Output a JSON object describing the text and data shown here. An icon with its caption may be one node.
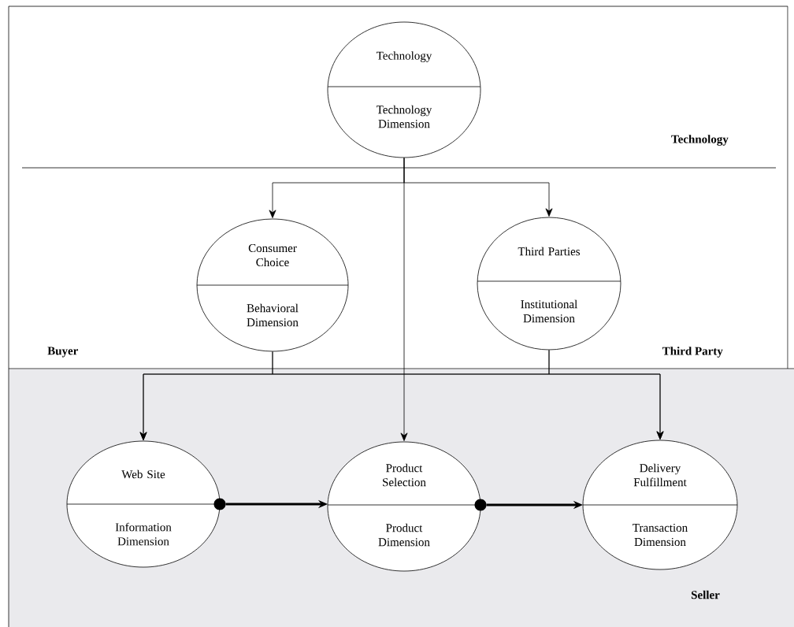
{
  "diagram": {
    "nodes": [
      {
        "text": [
          "Technology",
          "Technology Dimension"
        ]
      },
      {
        "text": [
          "Consumer Choice",
          "Behavioral Dimension"
        ]
      },
      {
        "text": [
          "Third Parties",
          "Institutional Dimension"
        ]
      },
      {
        "text": [
          "Web Site",
          "Information Dimension"
        ]
      },
      {
        "text": [
          "Product Selection",
          "Product Dimension"
        ]
      },
      {
        "text": [
          "Delivery Fulfillment",
          "Transaction Dimension"
        ]
      }
    ],
    "edges": [
      {
        "from": 0,
        "to": 1,
        "arrow": "to"
      },
      {
        "from": 0,
        "to": 2,
        "arrow": "to"
      },
      {
        "from": 0,
        "to": 4,
        "arrow": "to"
      },
      {
        "from": 1,
        "to": 3,
        "arrow": "to"
      },
      {
        "from": 1,
        "to": 5,
        "arrow": "to"
      },
      {
        "from": 2,
        "to": 3,
        "arrow": "to"
      },
      {
        "from": 2,
        "to": 5,
        "arrow": "to"
      },
      {
        "from": 3,
        "to": 4,
        "arrow": "to",
        "style": "thick"
      },
      {
        "from": 4,
        "to": 5,
        "arrow": "to",
        "style": "thick"
      }
    ],
    "labels": [
      "Technology",
      "Buyer",
      "Third Party",
      "Seller"
    ]
  }
}
